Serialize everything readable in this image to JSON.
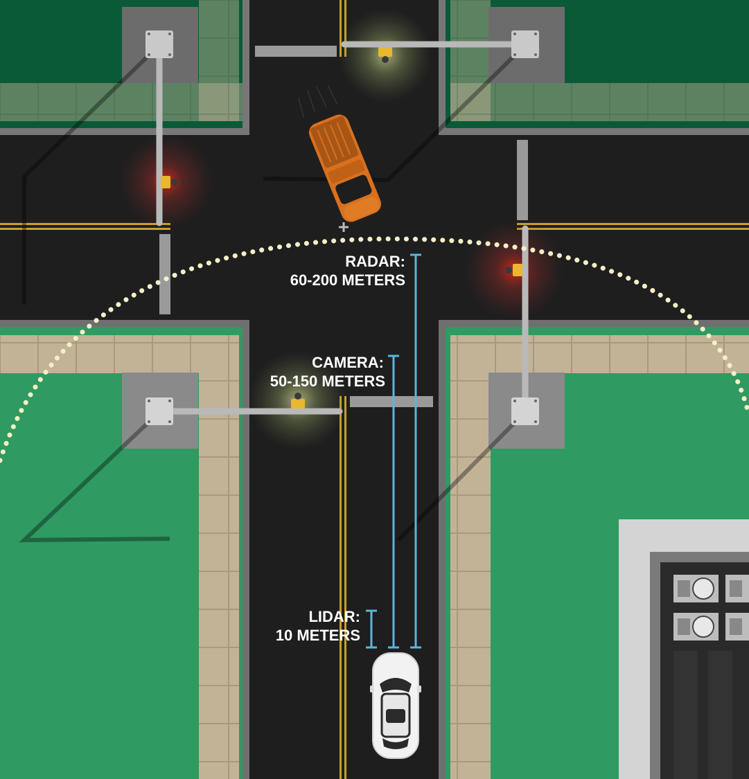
{
  "labels": {
    "radar": {
      "title": "RADAR:",
      "range": "60-200 METERS"
    },
    "camera": {
      "title": "CAMERA:",
      "range": "50-150 METERS"
    },
    "lidar": {
      "title": "LIDAR:",
      "range": "10 METERS"
    }
  },
  "colors": {
    "grass": "#2f9a62",
    "grass_dark": "#0a5a36",
    "road": "#222222",
    "sidewalk": "#c2b397",
    "curb": "#6f6f6f",
    "lane_line": "#c9a02a",
    "range_bar": "#5bb6df",
    "radar_arc": "#f4efc6",
    "signal_red": "#e0302a",
    "signal_green": "#c8d890",
    "signal_housing": "#e8b830",
    "truck_orange": "#d9701e",
    "car_white": "#f2f2f2"
  },
  "icons": [
    "traffic-signal-icon",
    "signal-pole-base-icon",
    "ac-unit-icon",
    "crosshair-icon"
  ]
}
